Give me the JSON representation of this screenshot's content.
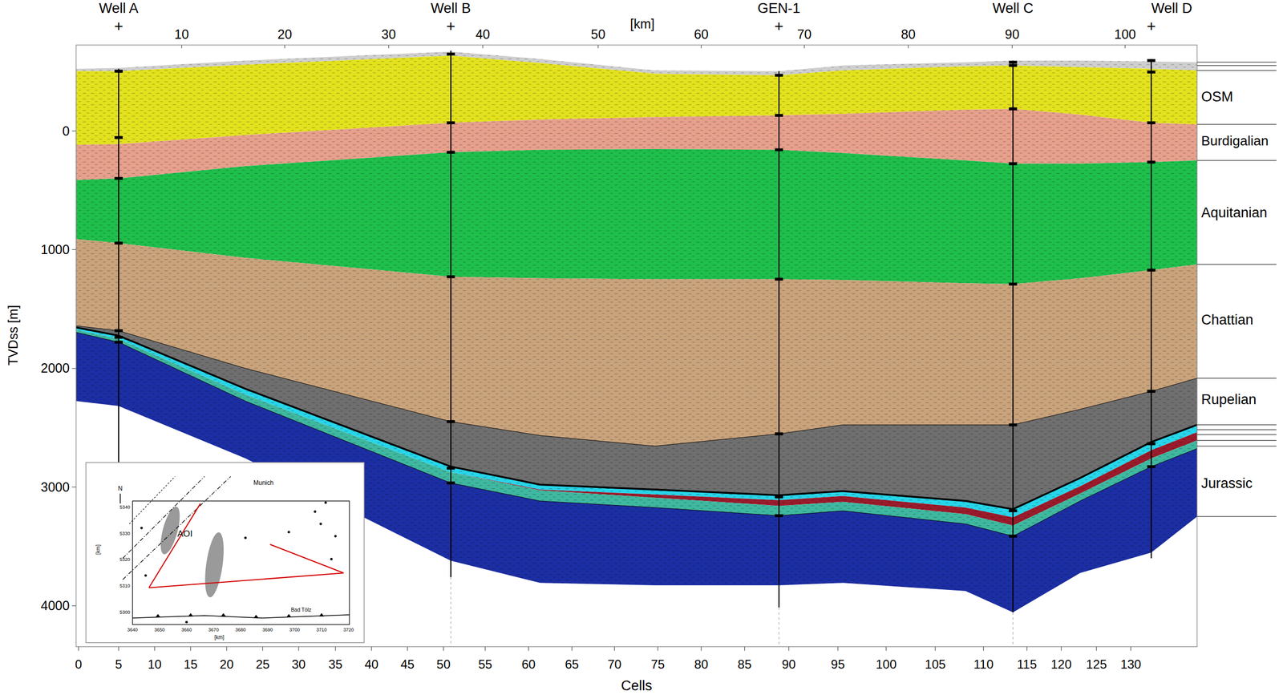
{
  "diagram": {
    "labels": [
      "Well A",
      "+",
      "10",
      "20",
      "30",
      "Well B",
      "+",
      "40",
      "50",
      "[km]",
      "60",
      "GEN-1",
      "+",
      "70",
      "80",
      "90",
      "Well C",
      "100",
      "Well D",
      "+",
      "TVDss [m]",
      "0",
      "1000",
      "2000",
      "3000",
      "4000",
      "OSM",
      "Burdigalian",
      "Aquitanian",
      "Chattian",
      "Rupelian",
      "Jurassic",
      "0",
      "5",
      "10",
      "15",
      "20",
      "25",
      "30",
      "35",
      "40",
      "45",
      "50",
      "55",
      "60",
      "65",
      "70",
      "75",
      "80",
      "85",
      "90",
      "95",
      "100",
      "105",
      "110",
      "115",
      "120",
      "125",
      "130",
      "Cells",
      "N",
      "Munich",
      "AOI",
      "Bad Tölz",
      "[km]",
      "[km]",
      "3640",
      "3650",
      "3660",
      "3670",
      "3680",
      "3690",
      "3700",
      "3710",
      "3720",
      "5300",
      "5310",
      "5320",
      "5330",
      "5340"
    ]
  }
}
